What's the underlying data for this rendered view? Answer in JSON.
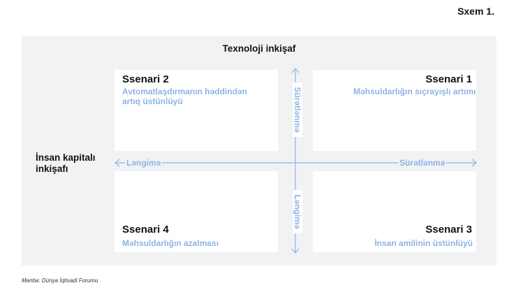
{
  "figure_label": "Sxem 1.",
  "vertical_axis_title": "Texnoloji inkişaf",
  "horizontal_axis_title": "İnsan kapitalı inkişafı",
  "axis_labels": {
    "up": "Sürətlənmə",
    "down": "Ləngimə",
    "left": "Ləngimə",
    "right": "Sürətlənmə"
  },
  "scenarios": {
    "q1": {
      "title": "Ssenari 1",
      "desc": "Məhsuldarlığın sıçrayışlı artımı"
    },
    "q2": {
      "title": "Ssenari 2",
      "desc": "Avtomatlaşdırmanın həddindən artıq üstünlüyü"
    },
    "q3": {
      "title": "Ssenari 3",
      "desc": "İnsan amilinin üstünlüyü"
    },
    "q4": {
      "title": "Ssenari 4",
      "desc": "Məhsuldarlığın azalması"
    }
  },
  "source": "Mənbə: Dünya İqtisadi Forumu",
  "colors": {
    "accent": "#8fb3e8",
    "panel": "#f1f2f4",
    "text": "#111111"
  }
}
